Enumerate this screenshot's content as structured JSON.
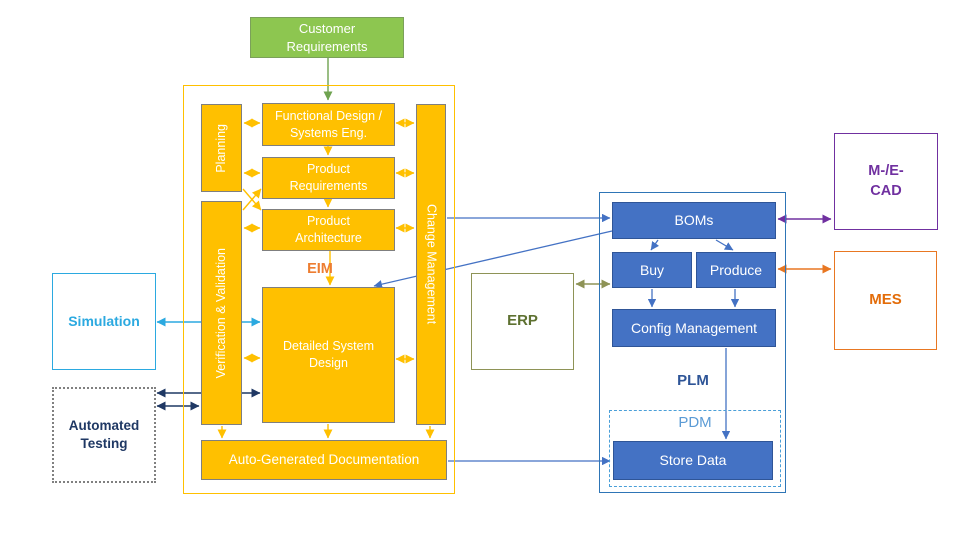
{
  "nodes": {
    "customer_requirements": "Customer Requirements",
    "planning": "Planning",
    "functional_design": "Functional Design / Systems Eng.",
    "product_requirements": "Product Requirements",
    "product_architecture": "Product Architecture",
    "eim": "EIM",
    "verification_validation": "Verification & Validation",
    "change_management": "Change Management",
    "detailed_system_design": "Detailed System Design",
    "auto_generated_documentation": "Auto-Generated Documentation",
    "simulation": "Simulation",
    "automated_testing": "Automated Testing",
    "erp": "ERP",
    "boms": "BOMs",
    "buy": "Buy",
    "produce": "Produce",
    "config_management": "Config Management",
    "plm": "PLM",
    "pdm": "PDM",
    "store_data": "Store Data",
    "mecad": "M-/E- CAD",
    "mes": "MES"
  },
  "colors": {
    "yellow_fill": "#FFC000",
    "gray_box_border": "#7F7F7F",
    "green_fill": "#8DC650",
    "green_border": "#7BA05A",
    "green_arrow": "#6FA350",
    "blue_fill": "#4472C4",
    "blue_box_border": "#2F5597",
    "blue_container_border": "#2E75B6",
    "pdm_dashed_border": "#4A9FD8",
    "plm_text": "#2E5597",
    "pdm_text": "#5B9BD5",
    "eim_text": "#ED7D31",
    "simulation_cyan": "#2BA9E0",
    "automated_testing_navy": "#1F3864",
    "dotted_gray": "#808080",
    "erp_border": "#8E9356",
    "erp_text": "#5E7131",
    "cad_purple": "#7030A0",
    "mes_border": "#E87722",
    "mes_text": "#E36C09",
    "connector_blue": "#4472C4"
  },
  "edges": [
    {
      "from": "Customer Requirements",
      "to": "Functional Design / Systems Eng.",
      "arrow": "single",
      "color": "green"
    },
    {
      "from": "Planning",
      "to": "Functional Design / Systems Eng.",
      "arrow": "double",
      "color": "yellow"
    },
    {
      "from": "Planning",
      "to": "Product Requirements",
      "arrow": "double",
      "color": "yellow"
    },
    {
      "from": "Planning",
      "to": "Product Architecture",
      "arrow": "cross",
      "color": "yellow"
    },
    {
      "from": "Verification & Validation",
      "to": "Product Requirements",
      "arrow": "cross",
      "color": "yellow"
    },
    {
      "from": "Verification & Validation",
      "to": "Product Architecture",
      "arrow": "double",
      "color": "yellow"
    },
    {
      "from": "Functional Design / Systems Eng.",
      "to": "Product Requirements",
      "arrow": "single",
      "color": "yellow"
    },
    {
      "from": "Product Requirements",
      "to": "Product Architecture",
      "arrow": "single",
      "color": "yellow"
    },
    {
      "from": "Product Architecture",
      "to": "Detailed System Design",
      "arrow": "single",
      "color": "yellow",
      "label": "EIM"
    },
    {
      "from": "Functional Design / Systems Eng.",
      "to": "Change Management",
      "arrow": "double",
      "color": "yellow"
    },
    {
      "from": "Product Requirements",
      "to": "Change Management",
      "arrow": "double",
      "color": "yellow"
    },
    {
      "from": "Product Architecture",
      "to": "Change Management",
      "arrow": "double",
      "color": "yellow"
    },
    {
      "from": "Verification & Validation",
      "to": "Detailed System Design",
      "arrow": "double",
      "color": "yellow"
    },
    {
      "from": "Detailed System Design",
      "to": "Change Management",
      "arrow": "double",
      "color": "yellow"
    },
    {
      "from": "Verification & Validation",
      "to": "Auto-Generated Documentation",
      "arrow": "single",
      "color": "yellow"
    },
    {
      "from": "Detailed System Design",
      "to": "Auto-Generated Documentation",
      "arrow": "single",
      "color": "yellow"
    },
    {
      "from": "Change Management",
      "to": "Auto-Generated Documentation",
      "arrow": "single",
      "color": "yellow"
    },
    {
      "from": "Simulation",
      "to": "Detailed System Design",
      "arrow": "double",
      "color": "cyan"
    },
    {
      "from": "Automated Testing",
      "to": "Detailed System Design",
      "arrow": "double",
      "color": "navy"
    },
    {
      "from": "Automated Testing",
      "to": "Verification & Validation",
      "arrow": "double",
      "color": "navy"
    },
    {
      "from": "Change Management",
      "to": "BOMs",
      "arrow": "single",
      "color": "blue"
    },
    {
      "from": "BOMs",
      "to": "Detailed System Design",
      "arrow": "single",
      "color": "blue"
    },
    {
      "from": "Auto-Generated Documentation",
      "to": "Store Data",
      "arrow": "single",
      "color": "blue"
    },
    {
      "from": "BOMs",
      "to": "Buy",
      "arrow": "single",
      "color": "blue"
    },
    {
      "from": "BOMs",
      "to": "Produce",
      "arrow": "single",
      "color": "blue"
    },
    {
      "from": "Buy",
      "to": "Config Management",
      "arrow": "single",
      "color": "blue"
    },
    {
      "from": "Produce",
      "to": "Config Management",
      "arrow": "single",
      "color": "blue"
    },
    {
      "from": "Config Management",
      "to": "Store Data",
      "arrow": "single",
      "color": "blue"
    },
    {
      "from": "ERP",
      "to": "Buy",
      "arrow": "double",
      "color": "olive"
    },
    {
      "from": "BOMs",
      "to": "M-/E- CAD",
      "arrow": "double",
      "color": "purple"
    },
    {
      "from": "Produce",
      "to": "MES",
      "arrow": "double",
      "color": "orange"
    }
  ]
}
